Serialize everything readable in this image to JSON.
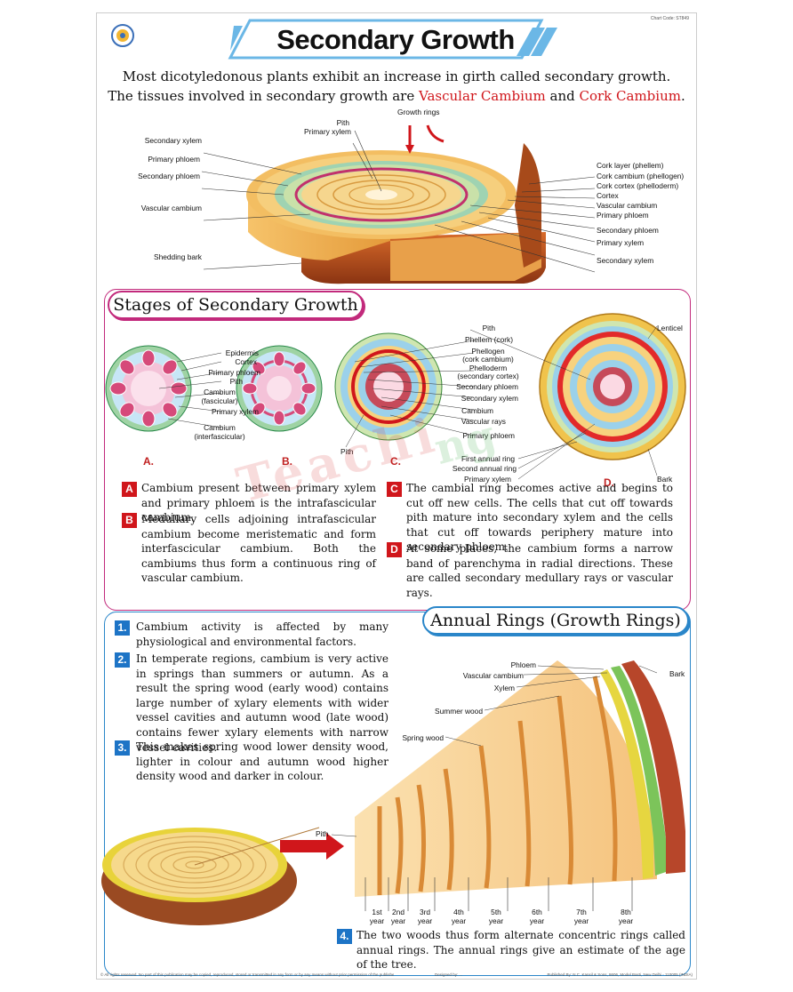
{
  "chart_code": "Chart Code: ST849",
  "title": "Secondary Growth",
  "intro": {
    "line1": "Most dicotyledonous plants exhibit an increase in girth called secondary growth.",
    "line2_prefix": "The tissues involved in secondary growth are ",
    "vascular_cambium": "Vascular Cambium",
    "and": " and ",
    "cork_cambium": "Cork Cambium",
    "end": "."
  },
  "top_diagram": {
    "growth_rings": "Growth rings",
    "left_labels": [
      "Pith",
      "Primary xylem",
      "Secondary xylem",
      "Primary phloem",
      "Secondary phloem",
      "Vascular cambium",
      "Shedding bark"
    ],
    "right_labels": [
      "Cork layer (phellem)",
      "Cork cambium (phellogen)",
      "Cork cortex (phelloderm)",
      "Cortex",
      "Vascular cambium",
      "Primary phloem",
      "Secondary phloem",
      "Primary xylem",
      "Secondary xylem"
    ]
  },
  "stages": {
    "heading": "Stages of Secondary Growth",
    "ab_labels": [
      "Epidermis",
      "Cortex",
      "Primary phloem",
      "Pith",
      "Cambium",
      "(fascicular)",
      "Primary xylem",
      "Cambium",
      "(interfascicular)"
    ],
    "c_labels": [
      "Pith",
      "Phellem (cork)",
      "Phellogen",
      "(cork cambium)",
      "Phelloderm",
      "(secondary cortex)",
      "Secondary phloem",
      "Secondary xylem",
      "Cambium",
      "Vascular rays",
      "Primary phloem",
      "First annual ring",
      "Second annual ring",
      "Primary xylem"
    ],
    "c_pith": "Pith",
    "d_labels": [
      "Lenticel",
      "Bark"
    ],
    "letters": [
      "A.",
      "B.",
      "C.",
      "D."
    ],
    "notes": [
      {
        "letter": "A",
        "text": "Cambium present between primary xylem and primary phloem is the intrafascicular cambium."
      },
      {
        "letter": "B",
        "text": "Medullary cells adjoining intrafascicular cambium become meristematic and form interfascicular cambium. Both the cambiums thus form a continuous ring of vascular cambium."
      },
      {
        "letter": "C",
        "text": "The cambial ring becomes active and begins to cut off new cells. The cells that cut off towards pith mature into secondary xylem and the cells that cut off towards periphery mature into secondary phloem."
      },
      {
        "letter": "D",
        "text": "At some places, the cambium forms a narrow band of parenchyma in radial directions. These are called secondary medullary rays or vascular rays."
      }
    ]
  },
  "annual": {
    "heading": "Annual Rings (Growth Rings)",
    "points": [
      {
        "num": "1.",
        "text": "Cambium activity is affected by many physiological and environmental factors."
      },
      {
        "num": "2.",
        "text": "In temperate regions, cambium is very active in springs than summers or autumn. As a result the spring wood (early wood) contains large number of xylary elements with wider vessel cavities and autumn wood (late wood) contains fewer xylary elements with narrow vessel cavities."
      },
      {
        "num": "3.",
        "text": "This makes spring wood lower density wood, lighter in colour and autumn wood higher density wood and darker in colour."
      },
      {
        "num": "4.",
        "text": "The two woods thus form alternate concentric rings called annual rings. The annual rings give an estimate of the age of the tree."
      }
    ],
    "wedge_labels": [
      "Phloem",
      "Vascular cambium",
      "Xylem",
      "Summer wood",
      "Spring wood",
      "Bark"
    ],
    "pith": "Pith",
    "years": [
      {
        "n": "1st",
        "y": "year"
      },
      {
        "n": "2nd",
        "y": "year"
      },
      {
        "n": "3rd",
        "y": "year"
      },
      {
        "n": "4th",
        "y": "year"
      },
      {
        "n": "5th",
        "y": "year"
      },
      {
        "n": "6th",
        "y": "year"
      },
      {
        "n": "7th",
        "y": "year"
      },
      {
        "n": "8th",
        "y": "year"
      }
    ]
  },
  "footer": {
    "left": "© All rights reserved. No part of this publication may be copied, reproduced, stored or transmitted in any form or by any means without prior permission of the publishers.",
    "mid": "Designed by: ...",
    "right": "Published By: N.C. Kansil & Sons, 8606, Model Basti, New Delhi - 110005 (INDIA)"
  },
  "colors": {
    "accent_red": "#d0161b",
    "pink_frame": "#c22a7c",
    "blue_frame": "#2a86c9",
    "title_blue": "#6bb7e6"
  }
}
